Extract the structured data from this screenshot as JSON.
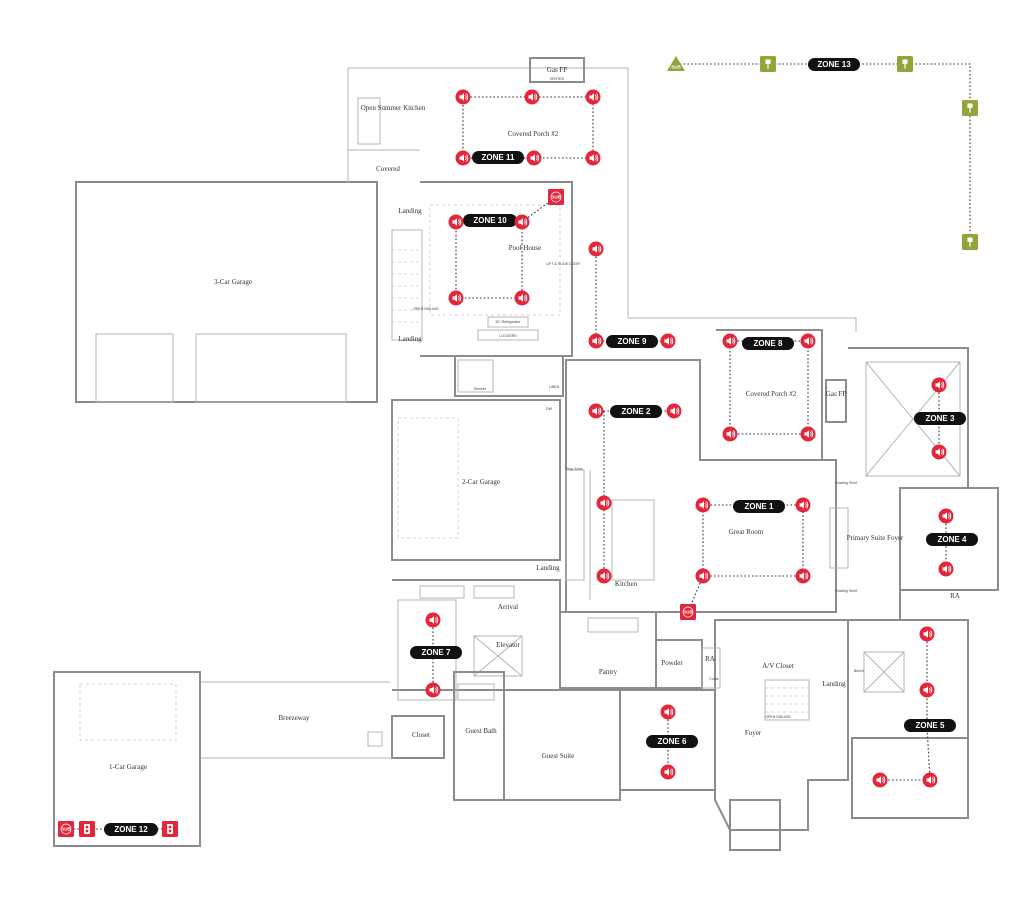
{
  "rooms": {
    "open_summer_kitchen": "Open Summer Kitchen",
    "covered_porch_top": "Covered Porch #2",
    "covered": "Covered",
    "gas_fp_top": "Gas FP",
    "gas_fp_top_sub": "VENTED",
    "three_car_garage": "3-Car Garage",
    "landing_upper": "Landing",
    "pool_house": "Pool House",
    "landing_left": "Landing",
    "two_car_garage": "2-Car Garage",
    "covered_porch_right": "Covered Porch #2",
    "gas_fp_right": "Gas FP",
    "great_room": "Great Room",
    "kitchen": "Kitchen",
    "landing_kitchen": "Landing",
    "primary_suite_foyer": "Primary Suite Foyer",
    "flanking_shelf_top": "Floating Shelf",
    "flanking_shelf_bottom": "Floating Shelf",
    "arrival": "Arrival",
    "elevator": "Elevator",
    "pantry": "Pantry",
    "powder": "Powder",
    "av_closet": "A/V Closet",
    "landing_right": "Landing",
    "bench": "Bench",
    "breezeway": "Breezeway",
    "one_car_garage": "1-Car Garage",
    "closet": "Closet",
    "guest_bath": "Guest Bath",
    "guest_suite": "Guest Suite",
    "foyer": "Foyer",
    "ra_right": "RA",
    "ra_powder": "RA",
    "refrigerator": "30\" Refrigerator",
    "lockers": "LOCKERS",
    "shower": "Shower",
    "linen": "LINEN",
    "drop_zone": "Drop Zone",
    "dw": "DW",
    "open_railing": "OPEN RAILING",
    "lift_door": "LIFT & SLIDE DOOR",
    "open_railing_right": "OPEN RAILING",
    "coats": "Coats"
  },
  "zones": [
    "ZONE 1",
    "ZONE 2",
    "ZONE 3",
    "ZONE 4",
    "ZONE 5",
    "ZONE 6",
    "ZONE 7",
    "ZONE 8",
    "ZONE 9",
    "ZONE 10",
    "ZONE 11",
    "ZONE 12",
    "ZONE 13"
  ],
  "sub_label": "SUB",
  "landscape_label": "LS",
  "colors": {
    "speaker": "#e3263a",
    "zone_badge": "#111111",
    "landscape": "#93a53a",
    "wall": "#8c8c8c",
    "wire": "#333333"
  },
  "icons": {
    "speaker": "speaker-icon",
    "subwoofer": "subwoofer-icon",
    "landscape_speaker": "landscape-speaker-icon",
    "landscape_sub": "landscape-sub-icon"
  }
}
